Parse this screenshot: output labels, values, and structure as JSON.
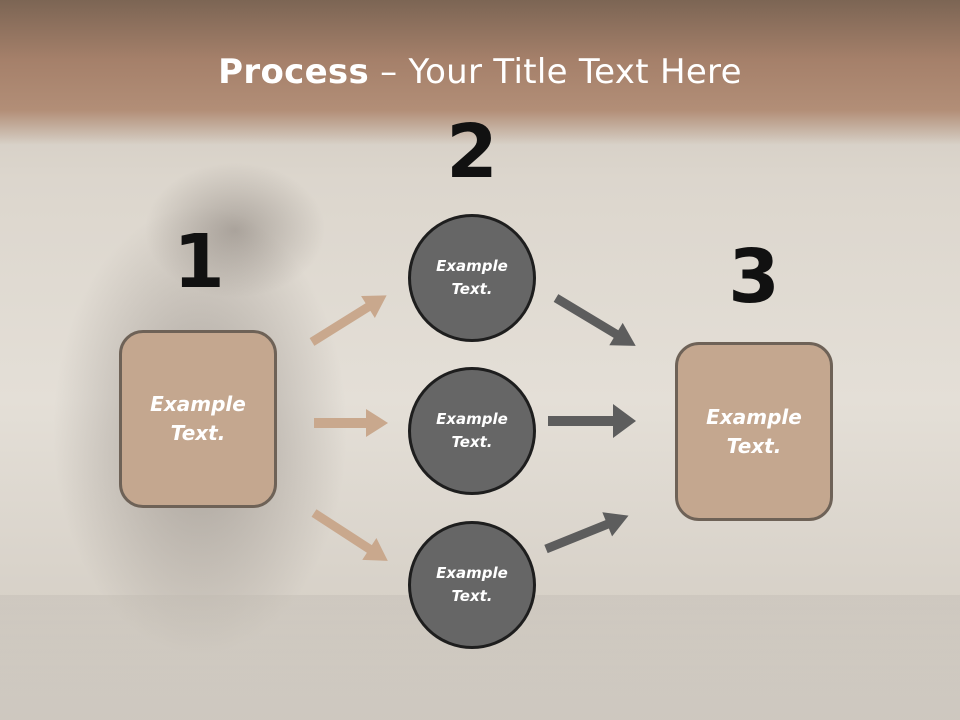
{
  "slide": {
    "title_bold": "Process",
    "title_rest": " – Your Title Text Here"
  },
  "steps": {
    "one": {
      "number": "1",
      "text_line1": "Example",
      "text_line2": "Text."
    },
    "two": {
      "number": "2"
    },
    "three": {
      "number": "3",
      "text_line1": "Example",
      "text_line2": "Text."
    }
  },
  "circles": [
    {
      "text_line1": "Example",
      "text_line2": "Text."
    },
    {
      "text_line1": "Example",
      "text_line2": "Text."
    },
    {
      "text_line1": "Example",
      "text_line2": "Text."
    }
  ],
  "colors": {
    "header": "#b28e77",
    "box_fill": "#c4a78f",
    "box_border": "#6e6257",
    "circle_fill": "#666666",
    "circle_border": "#1e1e1e",
    "arrow_tan": "#c9a88d",
    "arrow_gray": "#5d5d5d"
  }
}
